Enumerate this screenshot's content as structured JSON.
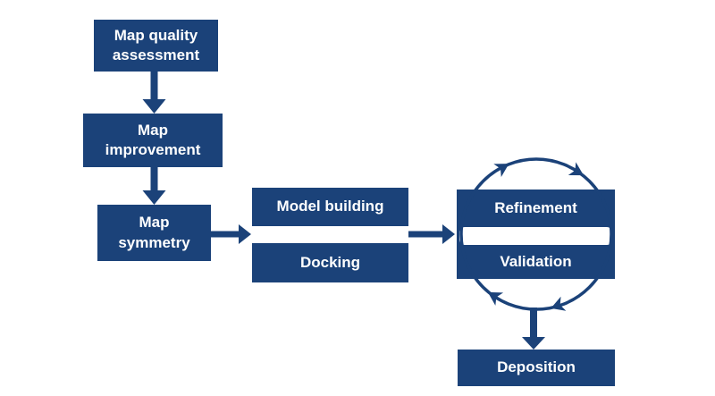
{
  "colors": {
    "accent": "#1B4279",
    "canvas_background": "#FFFFFF",
    "node_text": "#FFFFFF"
  },
  "diagram": {
    "nodes": {
      "map_quality_assessment": {
        "label": "Map quality\nassessment"
      },
      "map_improvement": {
        "label": "Map\nimprovement"
      },
      "map_symmetry": {
        "label": "Map\nsymmetry"
      },
      "model_building": {
        "label": "Model building"
      },
      "docking": {
        "label": "Docking"
      },
      "refinement": {
        "label": "Refinement"
      },
      "validation": {
        "label": "Validation"
      },
      "deposition": {
        "label": "Deposition"
      }
    }
  }
}
